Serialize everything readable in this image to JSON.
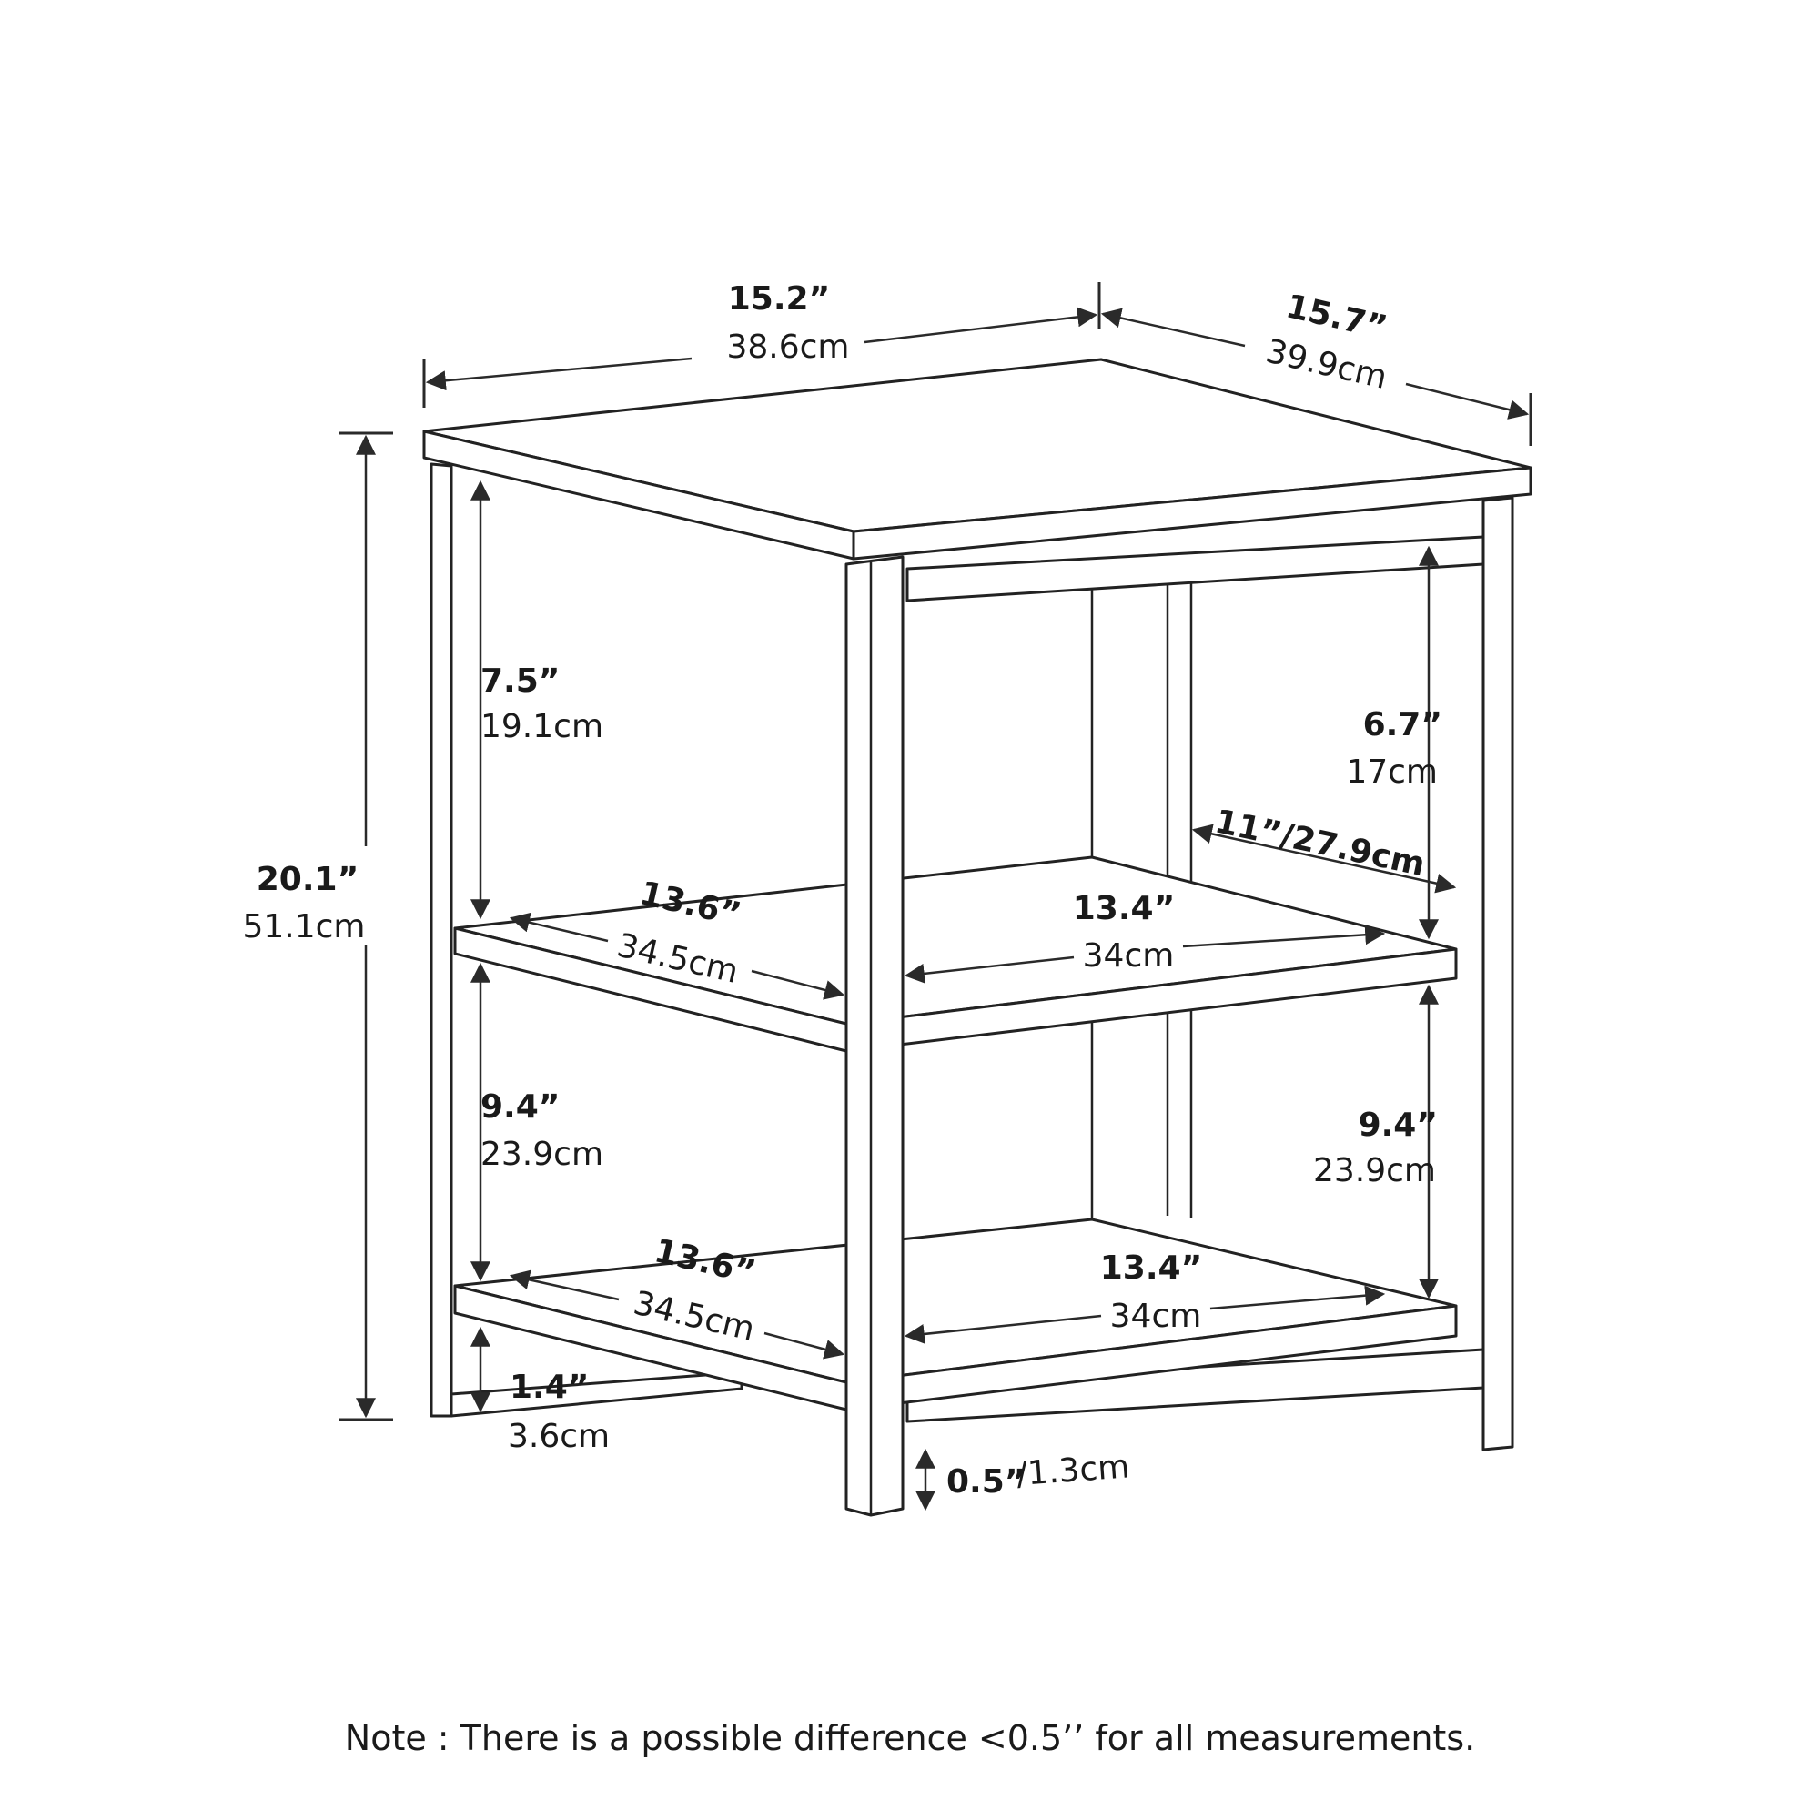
{
  "dimensions": {
    "top_width": {
      "in": "15.2”",
      "cm": "38.6cm"
    },
    "top_depth": {
      "in": "15.7”",
      "cm": "39.9cm"
    },
    "total_height": {
      "in": "20.1”",
      "cm": "51.1cm"
    },
    "upper_gap_front": {
      "in": "7.5”",
      "cm": "19.1cm"
    },
    "upper_gap_back": {
      "in": "6.7”",
      "cm": "17cm"
    },
    "inner_depth": {
      "label": "11”/27.9cm"
    },
    "shelf1_depth": {
      "in": "13.6”",
      "cm": "34.5cm"
    },
    "shelf1_width": {
      "in": "13.4”",
      "cm": "34cm"
    },
    "lower_gap_front": {
      "in": "9.4”",
      "cm": "23.9cm"
    },
    "lower_gap_back": {
      "in": "9.4”",
      "cm": "23.9cm"
    },
    "shelf2_depth": {
      "in": "13.6”",
      "cm": "34.5cm"
    },
    "shelf2_width": {
      "in": "13.4”",
      "cm": "34cm"
    },
    "bottom_clearance": {
      "in": "1.4”",
      "cm": "3.6cm"
    },
    "foot": {
      "in": "0.5”",
      "cm": "/1.3cm"
    }
  },
  "note": "Note : There is a possible difference <0.5’’ for all measurements."
}
